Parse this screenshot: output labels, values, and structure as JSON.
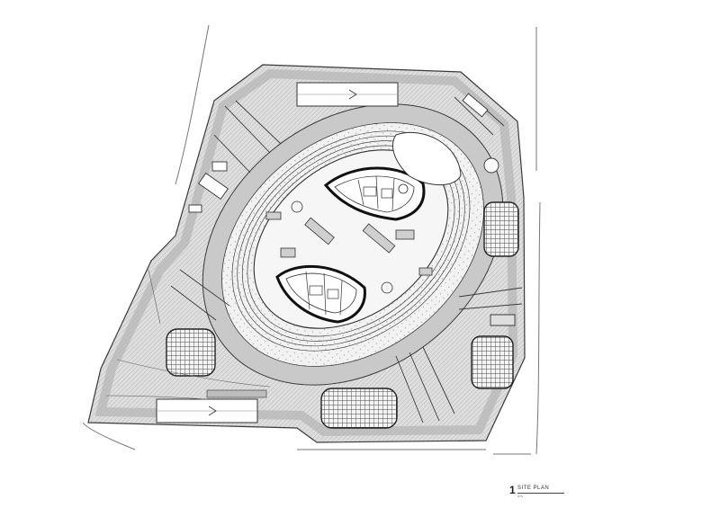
{
  "drawing": {
    "number": "1",
    "title": "SITE PLAN",
    "scale_note": "NTS"
  },
  "colors": {
    "line": "#3a3a3a",
    "hatch_fill": "#d7d7d7",
    "road_fill": "#c4c4c4",
    "paper": "#ffffff",
    "lawn": "#ededed"
  },
  "icons": {
    "grid_canopy": "crosshatch-grid",
    "tower_wing": "ellipse-core"
  }
}
